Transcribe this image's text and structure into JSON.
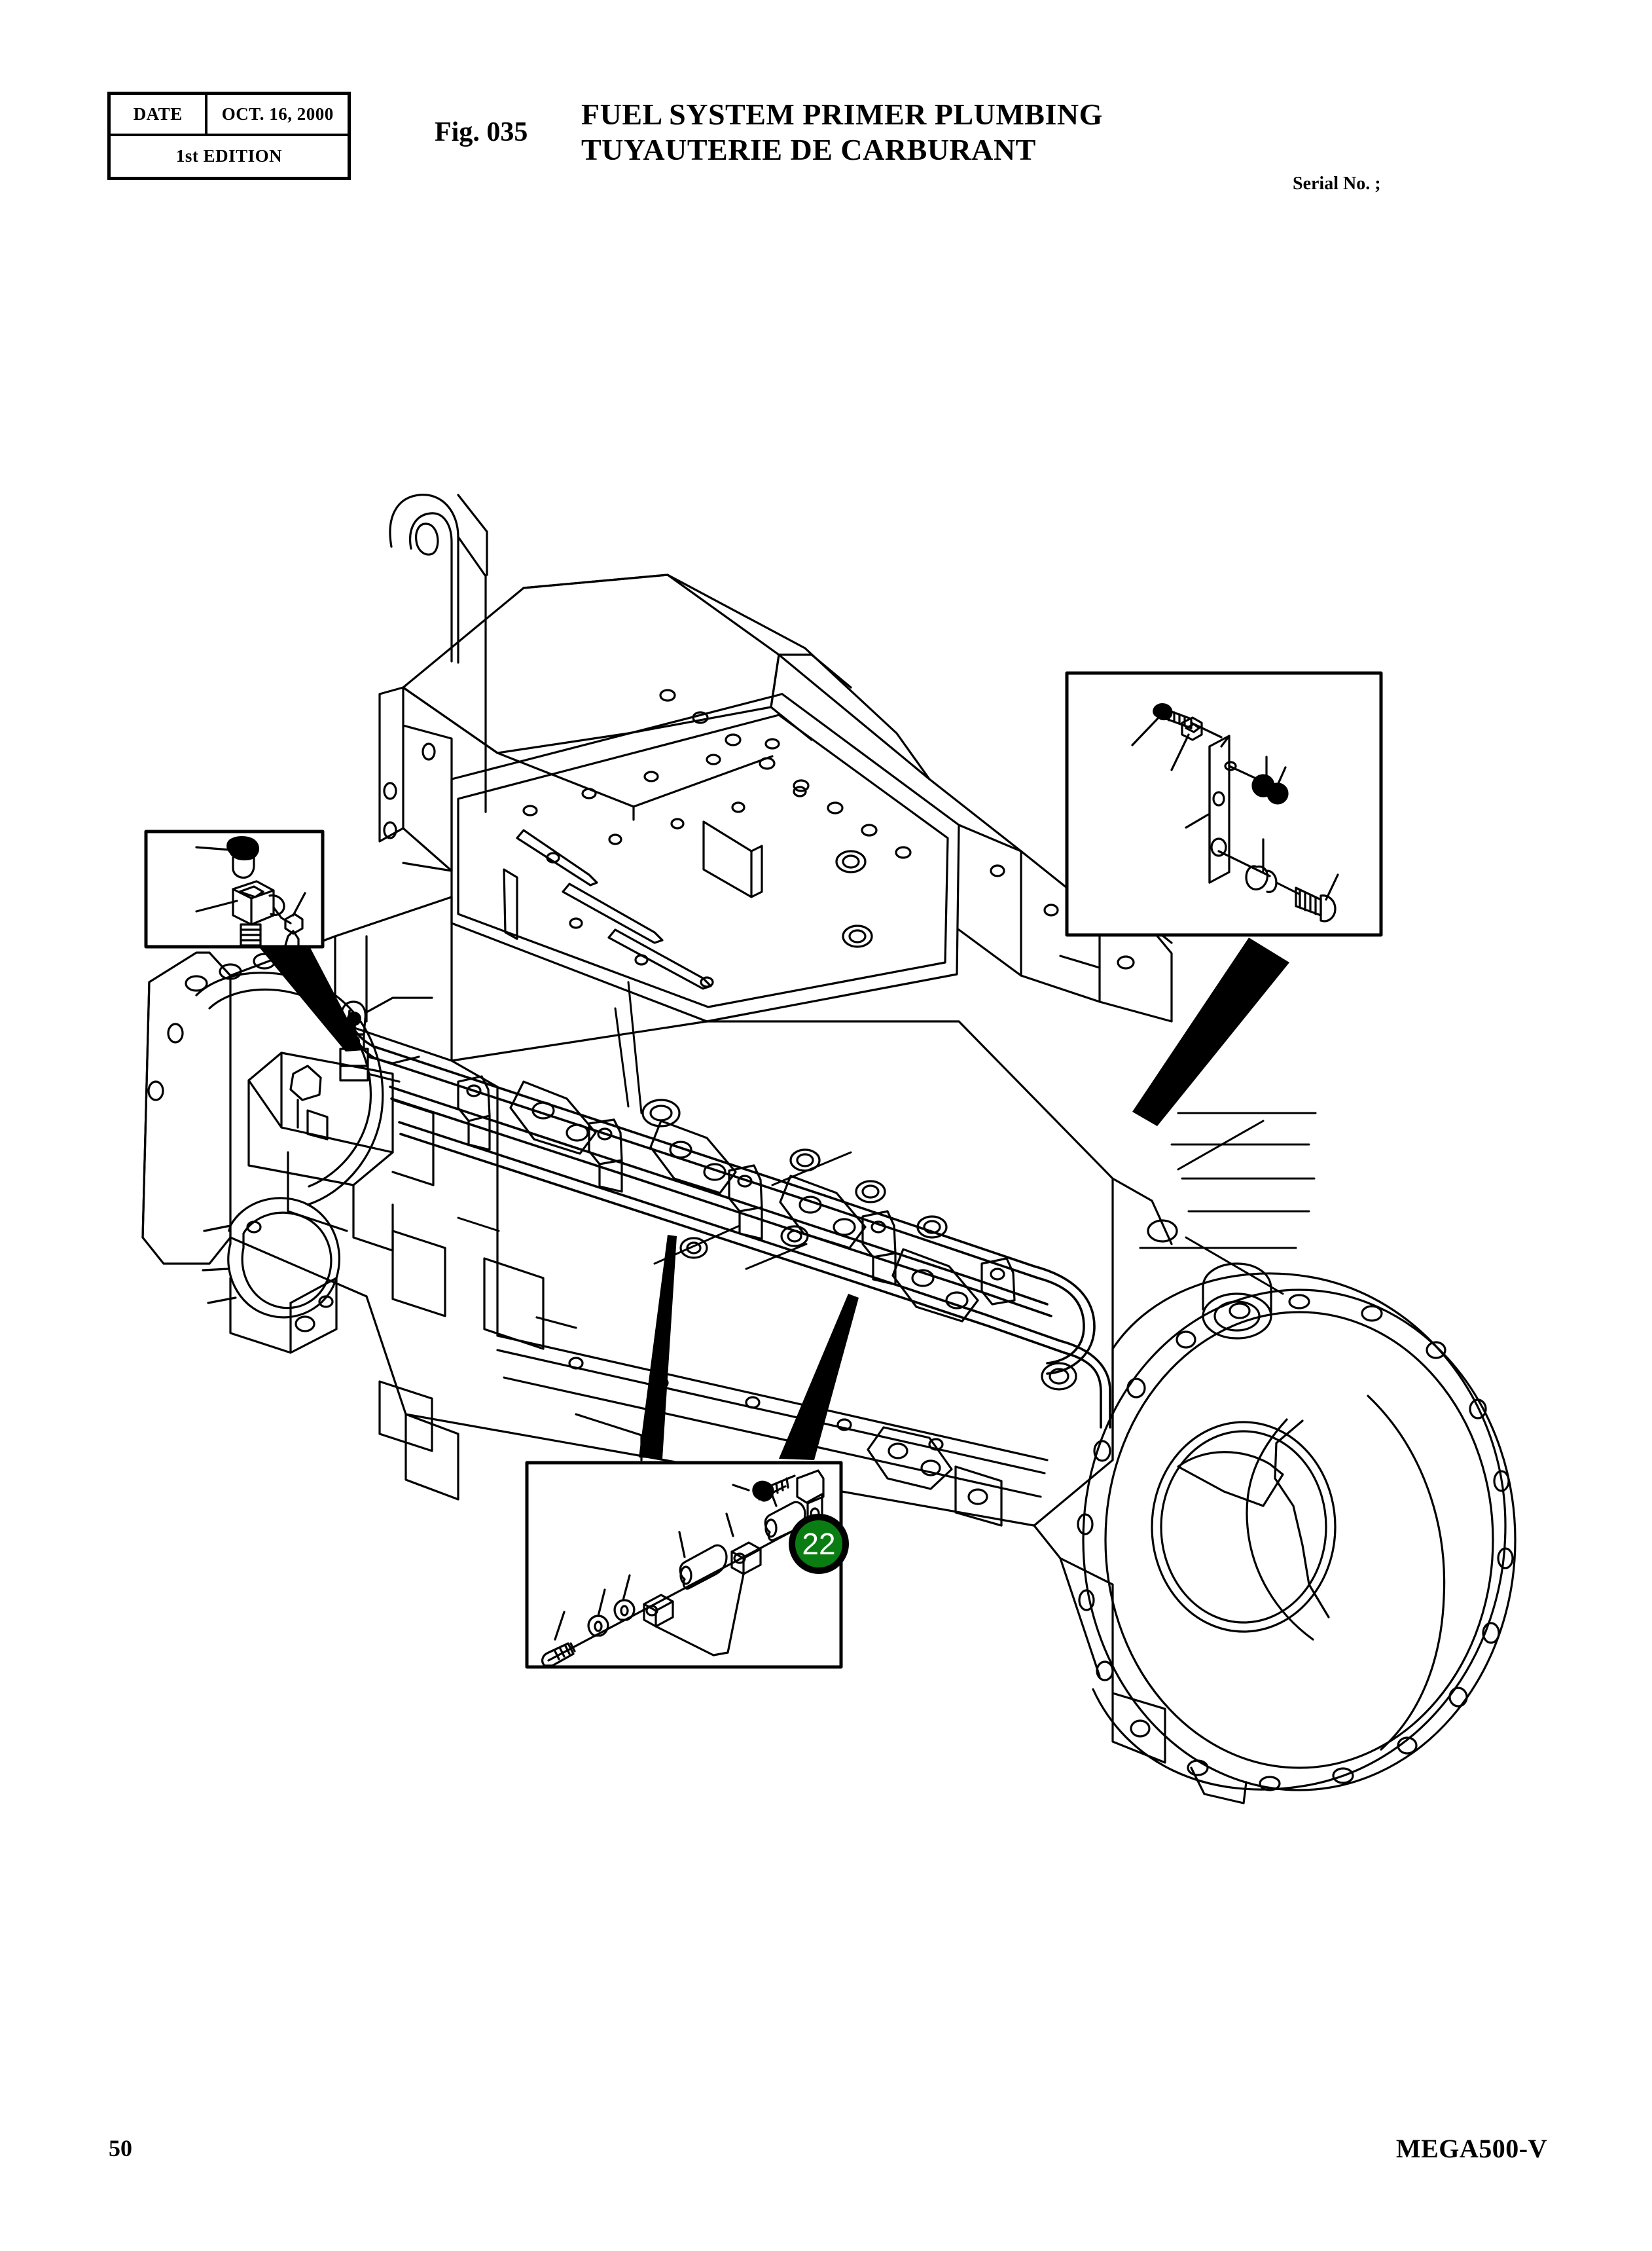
{
  "header": {
    "date_label": "DATE",
    "date_value": "OCT. 16, 2000",
    "edition": "1st EDITION",
    "figure_number": "Fig. 035",
    "title_en": "FUEL SYSTEM PRIMER PLUMBING",
    "title_fr": "TUYAUTERIE DE CARBURANT",
    "serial_no": "Serial No. ;"
  },
  "footer": {
    "page_number": "50",
    "model_code": "MEGA500-V"
  },
  "callouts": [
    {
      "number": "22",
      "color": "#0a7d12",
      "text_color": "#ffffff"
    }
  ],
  "diagram": {
    "type": "exploded-parts-illustration",
    "subject": "diesel engine fuel system primer plumbing",
    "line_color": "#000000",
    "background": "#ffffff",
    "detail_insets": [
      {
        "name": "left-detail-inset",
        "contents": "primer fitting and elbow connector with banjo bolt"
      },
      {
        "name": "top-right-detail-inset",
        "contents": "mounting bracket plate with bolts, nuts and washers"
      },
      {
        "name": "bottom-center-detail-inset",
        "contents": "bolt, washers, spacers and clamp assembly"
      }
    ],
    "main_view": {
      "components": [
        "lifting eye",
        "intake manifold",
        "cylinder head side cover",
        "fuel injection pump",
        "fuel lines / primer plumbing",
        "injector line clamps",
        "flywheel housing with bolt flange",
        "oil filter head"
      ]
    },
    "pointer_arrows": 3
  }
}
